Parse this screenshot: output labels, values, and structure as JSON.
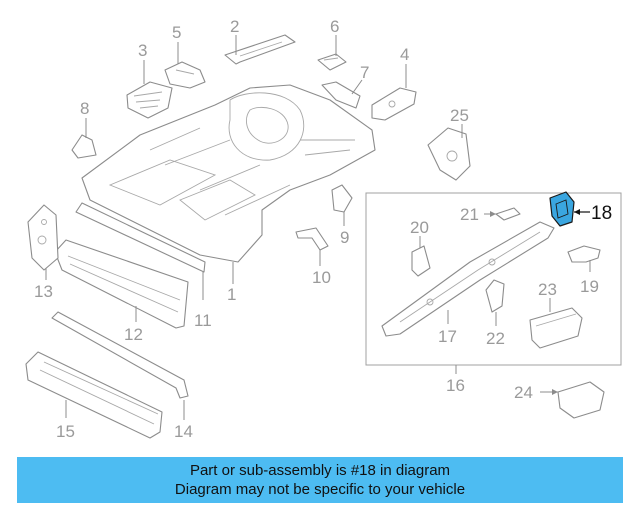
{
  "callouts": {
    "c1": "1",
    "c2": "2",
    "c3": "3",
    "c4": "4",
    "c5": "5",
    "c6": "6",
    "c7": "7",
    "c8": "8",
    "c9": "9",
    "c10": "10",
    "c11": "11",
    "c12": "12",
    "c13": "13",
    "c14": "14",
    "c15": "15",
    "c16": "16",
    "c17": "17",
    "c18": "18",
    "c19": "19",
    "c20": "20",
    "c21": "21",
    "c22": "22",
    "c23": "23",
    "c24": "24",
    "c25": "25"
  },
  "highlight": {
    "part": "18",
    "color": "#3aa6e0"
  },
  "banner": {
    "line1": "Part or sub-assembly is #18 in diagram",
    "line2": "Diagram may not be specific to your vehicle",
    "color": "#4dbcf2"
  }
}
